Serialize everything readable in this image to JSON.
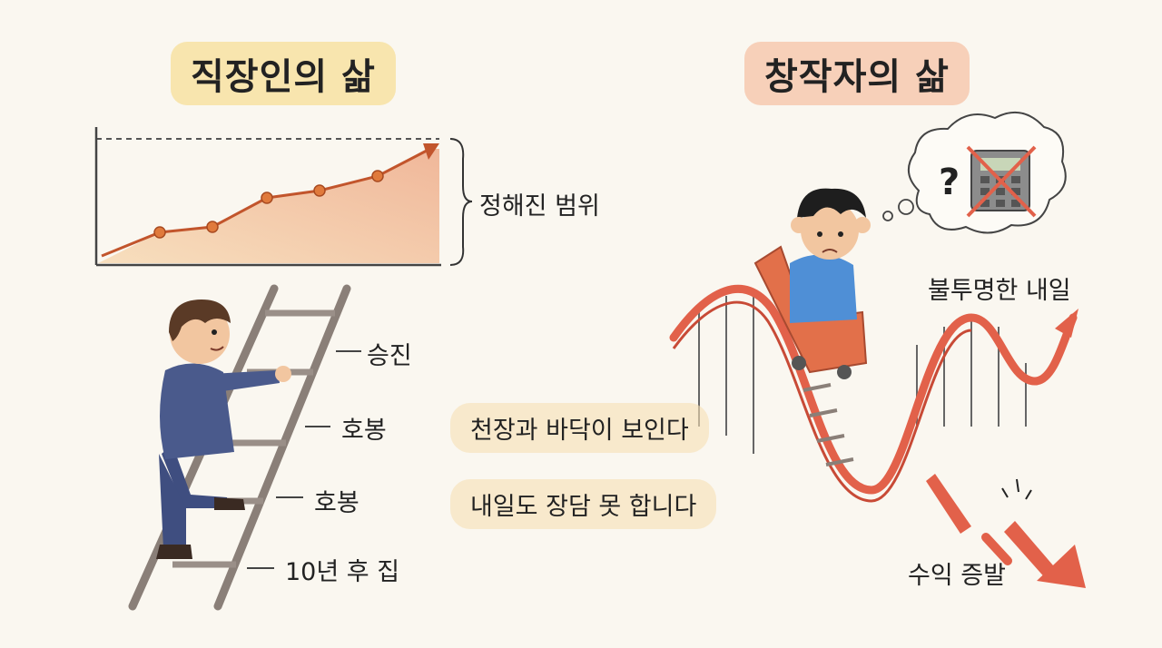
{
  "titles": {
    "left": "직장인의 삶",
    "right": "창작자의 삶"
  },
  "left_panel": {
    "range_label": "정해진 범위",
    "ladder_labels": [
      "승진",
      "호봉",
      "호봉",
      "10년 후 집"
    ]
  },
  "center_messages": [
    "천장과 바닥이 보인다",
    "내일도 장담 못 합니다"
  ],
  "right_panel": {
    "uncertain_tomorrow": "불투명한 내일",
    "income_evaporation": "수익 증발",
    "thought_bubble_question": "?"
  },
  "icons": [
    "growth-chart-icon",
    "ladder-icon",
    "office-worker-icon",
    "rollercoaster-icon",
    "worried-creator-icon",
    "thought-bubble-icon",
    "crossed-calculator-icon",
    "broken-arrow-icon"
  ],
  "colors": {
    "chart_fill": "#f3c9a0",
    "chart_line": "#c2552c",
    "coaster": "#e2614a",
    "suit": "#4a5a8c",
    "shirt": "#4f8fd6",
    "title_left_bg": "#f6d778",
    "title_right_bg": "#f4b08c"
  }
}
